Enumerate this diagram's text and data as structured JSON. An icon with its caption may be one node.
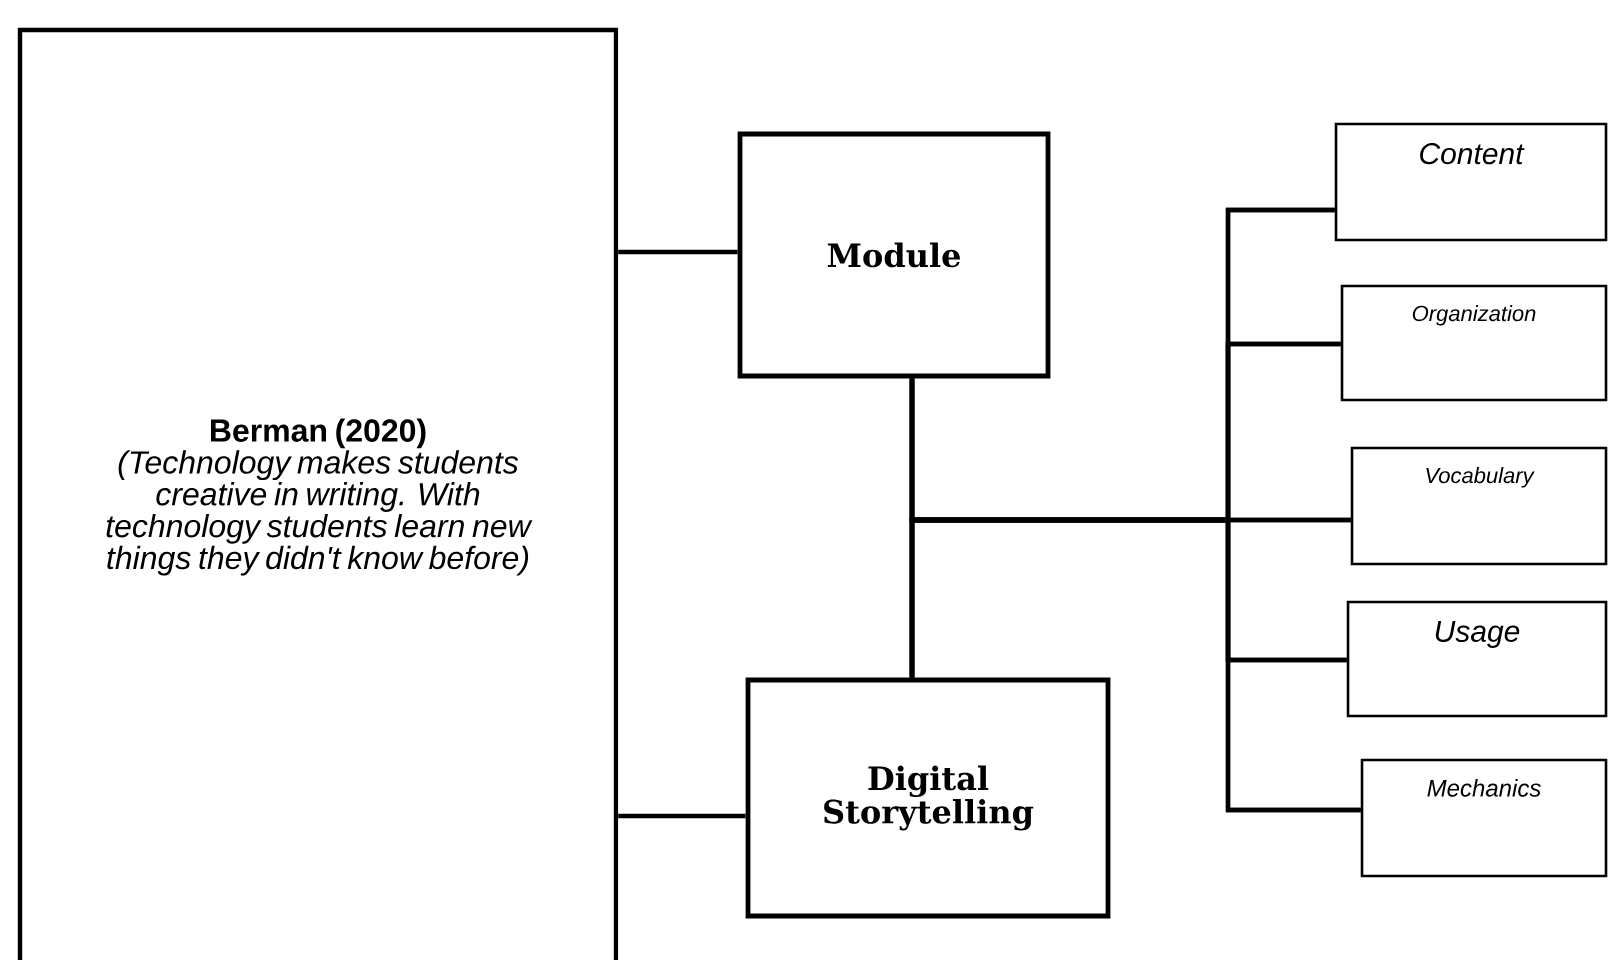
{
  "diagram": {
    "nodes": [
      {
        "text": [
          "Berman (2020)",
          "(Technology makes students creative in writing. With technology students learn new things they didn't know before)"
        ]
      },
      {
        "text": [
          "Module"
        ]
      },
      {
        "text": [
          "Digital Storytelling"
        ]
      },
      {
        "text": [
          "Content"
        ]
      },
      {
        "text": [
          "Organization"
        ]
      },
      {
        "text": [
          "Vocabulary"
        ]
      },
      {
        "text": [
          "Usage"
        ]
      },
      {
        "text": [
          "Mechanics"
        ]
      }
    ],
    "edges": [
      {
        "from": 0,
        "to": 1,
        "arrow": "none"
      },
      {
        "from": 0,
        "to": 2,
        "arrow": "none"
      },
      {
        "from": 1,
        "to": 2,
        "arrow": "none"
      },
      {
        "from": 1,
        "to": 3,
        "arrow": "none"
      },
      {
        "from": 1,
        "to": 4,
        "arrow": "none"
      },
      {
        "from": 1,
        "to": 5,
        "arrow": "none"
      },
      {
        "from": 1,
        "to": 6,
        "arrow": "none"
      },
      {
        "from": 1,
        "to": 7,
        "arrow": "none"
      },
      {
        "from": 2,
        "to": 3,
        "arrow": "none"
      },
      {
        "from": 2,
        "to": 4,
        "arrow": "none"
      },
      {
        "from": 2,
        "to": 5,
        "arrow": "none"
      },
      {
        "from": 2,
        "to": 6,
        "arrow": "none"
      },
      {
        "from": 2,
        "to": 7,
        "arrow": "none"
      }
    ]
  }
}
